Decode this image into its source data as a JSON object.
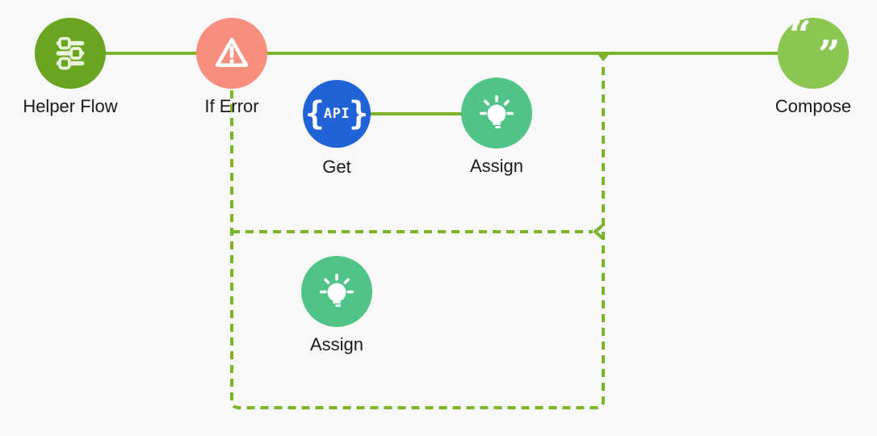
{
  "app": {
    "name": "workflow-canvas"
  },
  "colors": {
    "background": "#f8f8f8",
    "connector_green": "#79b429",
    "node_helper_flow_green": "#69a51f",
    "node_if_error_salmon": "#f78f7c",
    "node_get_blue": "#2063d6",
    "node_assign_green": "#50c486",
    "node_compose_green": "#8cc652",
    "icon_white": "#ffffff",
    "label_text": "#1b1b1b"
  },
  "nodes": [
    {
      "id": "helper-flow",
      "label": "Helper Flow",
      "icon": "sliders-icon",
      "color": "#69a51f"
    },
    {
      "id": "if-error",
      "label": "If Error",
      "icon": "warning-triangle-icon",
      "color": "#f78f7c"
    },
    {
      "id": "get",
      "label": "Get",
      "icon": "api-braces-icon",
      "color": "#2063d6",
      "icon_text": {
        "open_brace": "{",
        "word": "API",
        "close_brace": "}"
      }
    },
    {
      "id": "assign-1",
      "label": "Assign",
      "icon": "lightbulb-icon",
      "color": "#50c486"
    },
    {
      "id": "compose",
      "label": "Compose",
      "icon": "double-quotes-icon",
      "color": "#8cc652",
      "icon_text": {
        "open_quote": "“",
        "close_quote": "”"
      }
    },
    {
      "id": "assign-2",
      "label": "Assign",
      "icon": "lightbulb-icon",
      "color": "#50c486"
    }
  ],
  "edges": [
    {
      "from": "helper-flow",
      "to": "if-error",
      "style": "solid"
    },
    {
      "from": "if-error",
      "to": "compose",
      "style": "solid"
    },
    {
      "from": "get",
      "to": "assign-1",
      "style": "solid"
    }
  ],
  "regions": [
    {
      "id": "if-error-branch-1",
      "style": "dashed",
      "contains": [
        "get",
        "assign-1"
      ]
    },
    {
      "id": "if-error-branch-2",
      "style": "dashed",
      "contains": [
        "assign-2"
      ]
    }
  ]
}
